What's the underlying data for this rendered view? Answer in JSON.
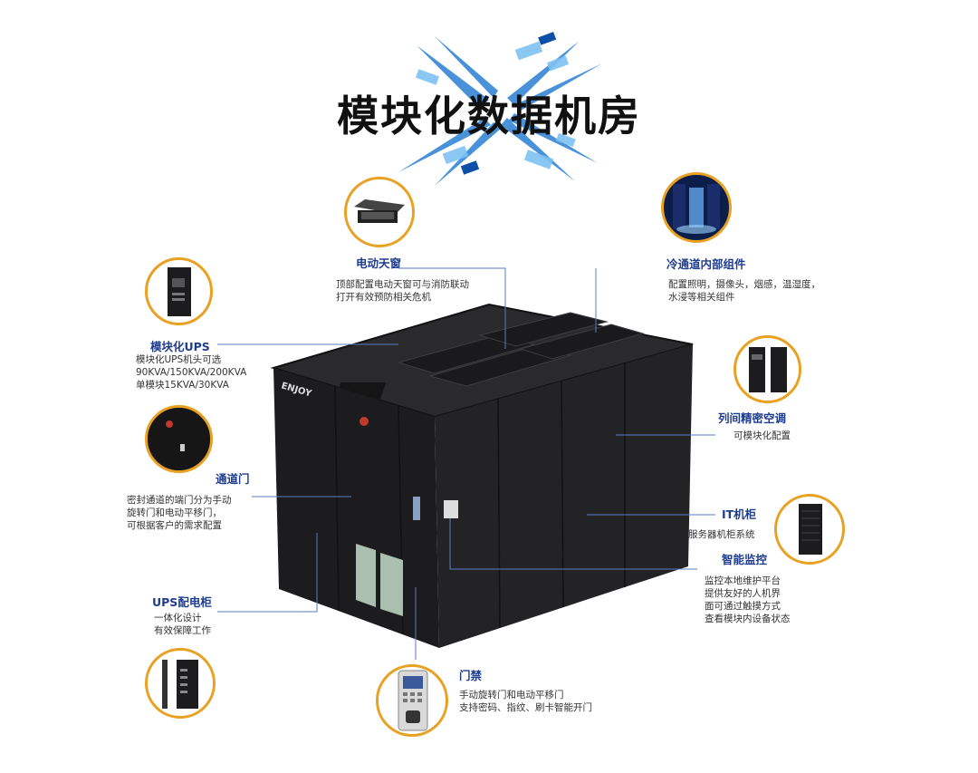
{
  "title": "模块化数据机房",
  "brand": "ENJOY",
  "callouts": {
    "skylight": {
      "label": "电动天窗",
      "lines": [
        "顶部配置电动天窗可与消防联动",
        "打开有效预防相关危机"
      ]
    },
    "cold_aisle": {
      "label": "冷通道内部组件",
      "lines": [
        "配置照明，摄像头，烟感，温湿度，",
        "水浸等相关组件"
      ]
    },
    "ups_module": {
      "label": "模块化UPS",
      "lines": [
        "模块化UPS机头可选",
        "90KVA/150KVA/200KVA",
        "单模块15KVA/30KVA"
      ]
    },
    "ac": {
      "label": "列间精密空调",
      "lines": [
        "可模块化配置"
      ]
    },
    "door": {
      "label": "通道门",
      "lines": [
        "密封通道的端门分为手动",
        "旋转门和电动平移门，",
        "可根据客户的需求配置"
      ]
    },
    "it_cabinet": {
      "label": "IT机柜",
      "lines": [
        "服务器机柜系统"
      ]
    },
    "monitor": {
      "label": "智能监控",
      "lines": [
        "监控本地维护平台",
        "提供友好的人机界",
        "面可通过触摸方式",
        "查看模块内设备状态"
      ]
    },
    "ups_dist": {
      "label": "UPS配电柜",
      "lines": [
        "一体化设计",
        "有效保障工作"
      ]
    },
    "access": {
      "label": "门禁",
      "lines": [
        "手动旋转门和电动平移门",
        "支持密码、指纹、刷卡智能开门"
      ]
    }
  },
  "colors": {
    "accent": "#1f3d8f",
    "ring": "#e8a122",
    "cabinet": "#1b1b1d"
  }
}
